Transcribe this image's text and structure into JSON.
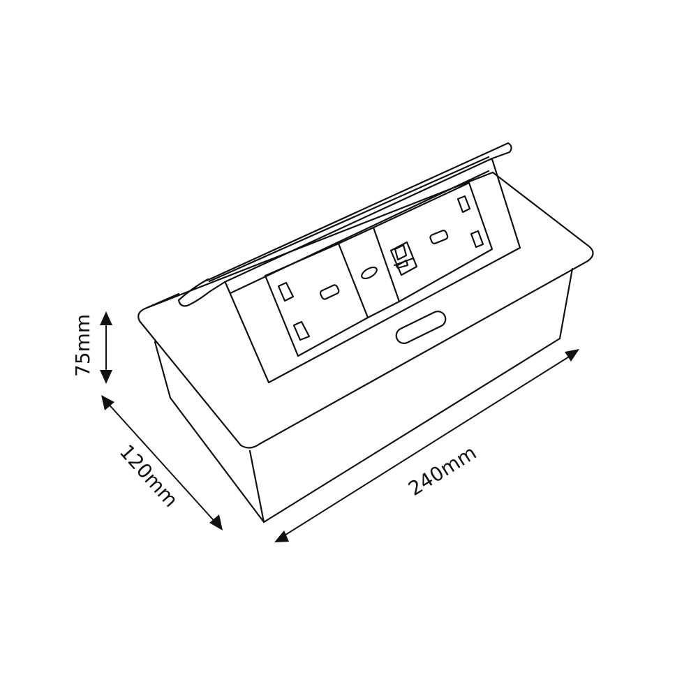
{
  "diagram": {
    "subject": "Pop-up desk power socket unit with twin UK sockets and USB port",
    "line_color": "#111111",
    "background_color": "#ffffff"
  },
  "dimensions": {
    "height": {
      "label": "75mm",
      "value": 75,
      "unit": "mm"
    },
    "depth": {
      "label": "120mm",
      "value": 120,
      "unit": "mm"
    },
    "length": {
      "label": "240mm",
      "value": 240,
      "unit": "mm"
    }
  },
  "components": {
    "sockets": [
      {
        "id": "socket-left",
        "type": "UK 3-pin socket"
      },
      {
        "id": "socket-right",
        "type": "UK 3-pin socket with switch"
      }
    ],
    "middle_module": {
      "type": "USB / data port"
    },
    "front_slot": {
      "type": "cable outlet slot"
    }
  }
}
